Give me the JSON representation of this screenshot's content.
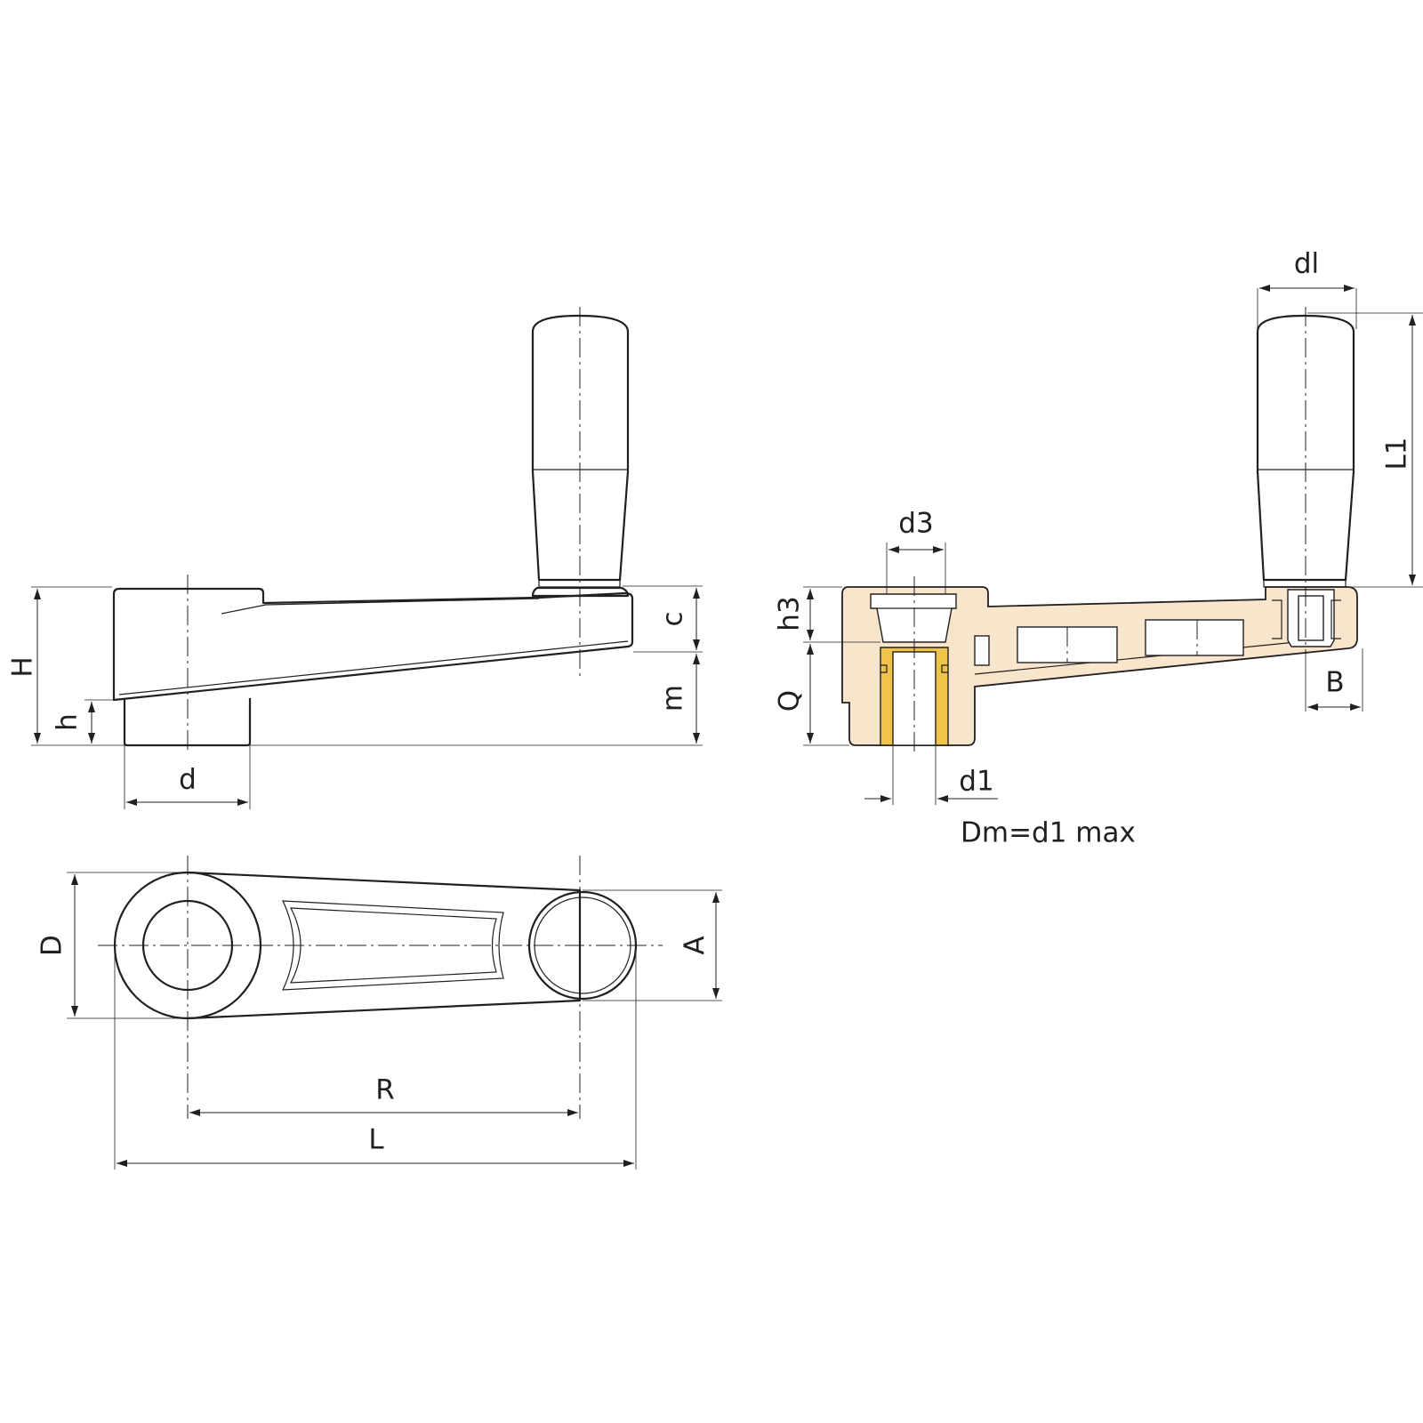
{
  "labels": {
    "H": "H",
    "h": "h",
    "d": "d",
    "c": "c",
    "m": "m",
    "dl": "dl",
    "L1": "L1",
    "d3": "d3",
    "h3": "h3",
    "Q": "Q",
    "B": "B",
    "d1": "d1",
    "D": "D",
    "A": "A",
    "R": "R",
    "L": "L"
  },
  "note": "Dm=d1 max",
  "colors": {
    "line": "#231f20",
    "body_fill": "#f8e6cc",
    "brass": "#f0c44a"
  }
}
